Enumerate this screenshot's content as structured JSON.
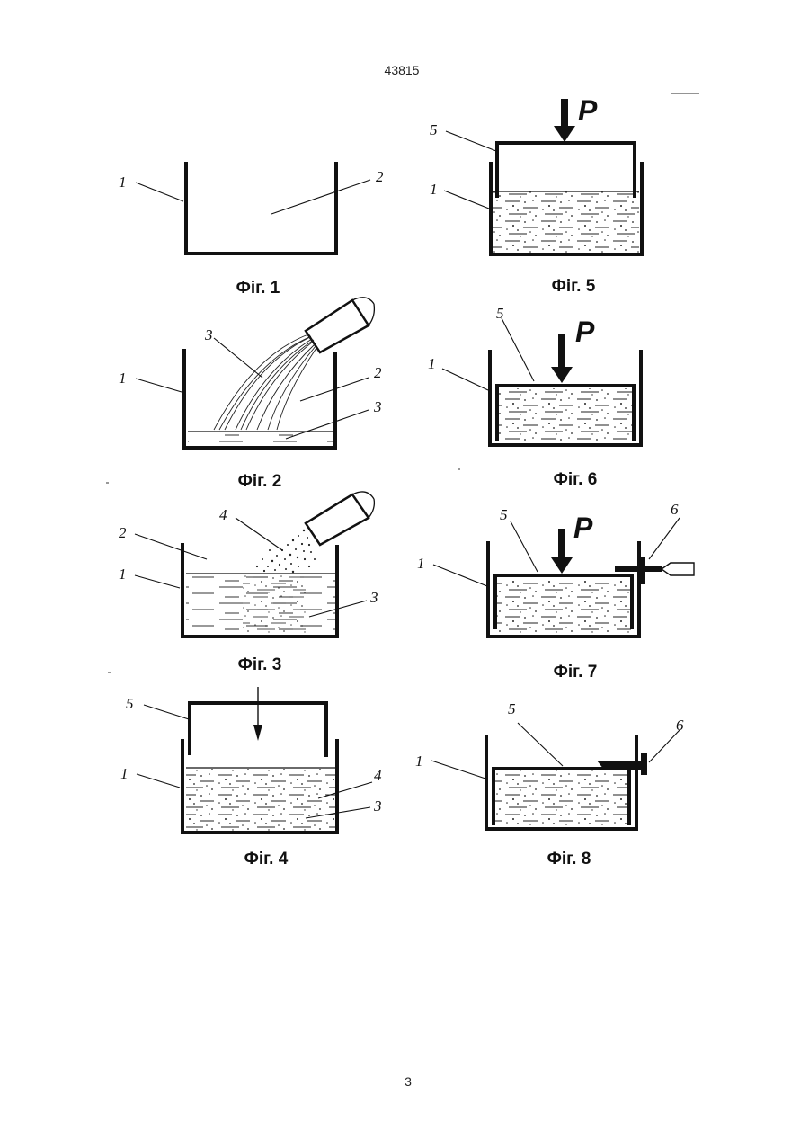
{
  "document_number": "43815",
  "page_number": "3",
  "colors": {
    "ink": "#111111",
    "paper": "#ffffff"
  },
  "figures": [
    {
      "caption": "Фіг. 1",
      "labels": [
        "1",
        "2"
      ]
    },
    {
      "caption": "Фіг. 2",
      "labels": [
        "1",
        "2",
        "3",
        "3"
      ]
    },
    {
      "caption": "Фіг. 3",
      "labels": [
        "1",
        "2",
        "3",
        "4"
      ]
    },
    {
      "caption": "Фіг. 4",
      "labels": [
        "1",
        "3",
        "4",
        "5"
      ]
    },
    {
      "caption": "Фіг. 5",
      "labels": [
        "1",
        "5"
      ],
      "force": "P"
    },
    {
      "caption": "Фіг. 6",
      "labels": [
        "1",
        "5"
      ],
      "force": "P"
    },
    {
      "caption": "Фіг. 7",
      "labels": [
        "1",
        "5",
        "6"
      ],
      "force": "P"
    },
    {
      "caption": "Фіг. 8",
      "labels": [
        "1",
        "5",
        "6"
      ]
    }
  ]
}
